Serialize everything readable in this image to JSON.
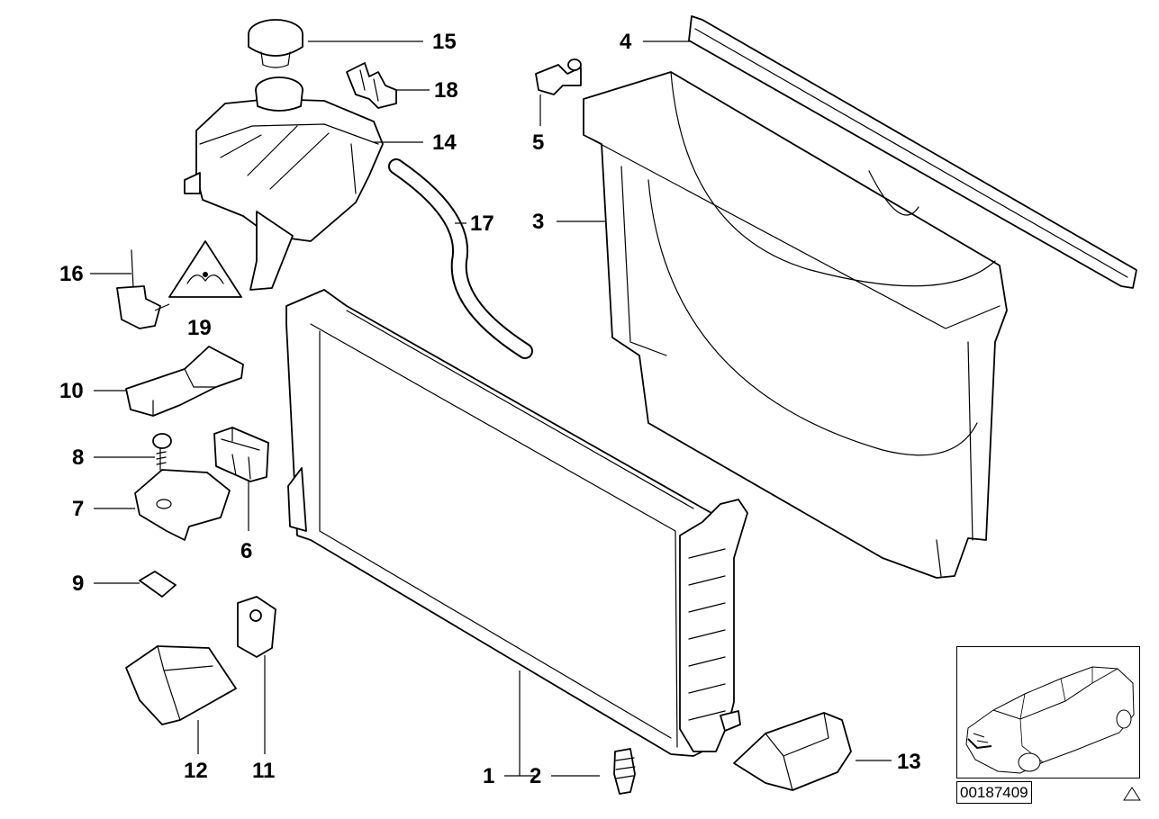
{
  "parts": [
    {
      "id": "1",
      "label": "1"
    },
    {
      "id": "2",
      "label": "2"
    },
    {
      "id": "3",
      "label": "3"
    },
    {
      "id": "4",
      "label": "4"
    },
    {
      "id": "5",
      "label": "5"
    },
    {
      "id": "6",
      "label": "6"
    },
    {
      "id": "7",
      "label": "7"
    },
    {
      "id": "8",
      "label": "8"
    },
    {
      "id": "9",
      "label": "9"
    },
    {
      "id": "10",
      "label": "10"
    },
    {
      "id": "11",
      "label": "11"
    },
    {
      "id": "12",
      "label": "12"
    },
    {
      "id": "13",
      "label": "13"
    },
    {
      "id": "14",
      "label": "14"
    },
    {
      "id": "15",
      "label": "15"
    },
    {
      "id": "16",
      "label": "16"
    },
    {
      "id": "17",
      "label": "17"
    },
    {
      "id": "18",
      "label": "18"
    },
    {
      "id": "19",
      "label": "19"
    }
  ],
  "diagram_id": "00187409",
  "thumbnail_icon": "car-location-icon",
  "corner_icon": "warning-triangle-icon",
  "colors": {
    "line": "#000000",
    "background": "#ffffff"
  }
}
